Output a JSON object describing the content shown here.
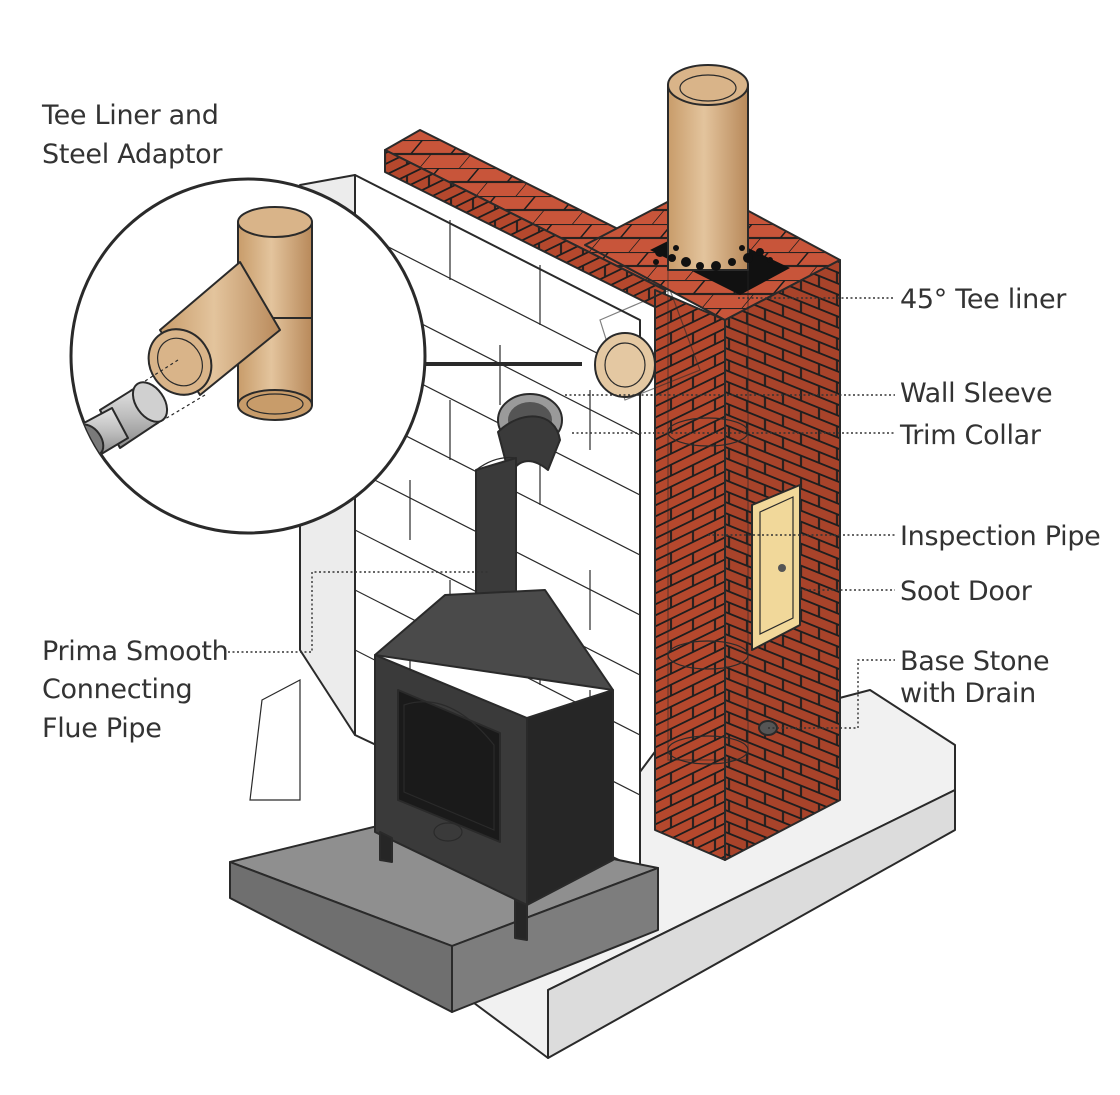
{
  "labels": {
    "inset_line1": "Tee Liner and",
    "inset_line2": "Steel Adaptor",
    "tee_liner": "45° Tee liner",
    "wall_sleeve": "Wall Sleeve",
    "trim_collar": "Trim Collar",
    "inspection_pipe": "Inspection Pipe",
    "soot_door": "Soot Door",
    "base_stone_line1": "Base Stone",
    "base_stone_line2": "with Drain",
    "prima_line1": "Prima Smooth",
    "prima_line2": "Connecting",
    "prima_line3": "Flue Pipe"
  },
  "colors": {
    "brick": "#b5482d",
    "brick_top": "#c8553a",
    "mortar": "#1e1e1e",
    "block": "#ffffff",
    "block_shade": "#ececec",
    "liner": "#d9b489",
    "liner_dark": "#b8895a",
    "stove": "#3a3a3a",
    "stove_dark": "#262626",
    "hearth": "#8f8f8f",
    "soot_door": "#f1d89a",
    "text": "#333333"
  }
}
